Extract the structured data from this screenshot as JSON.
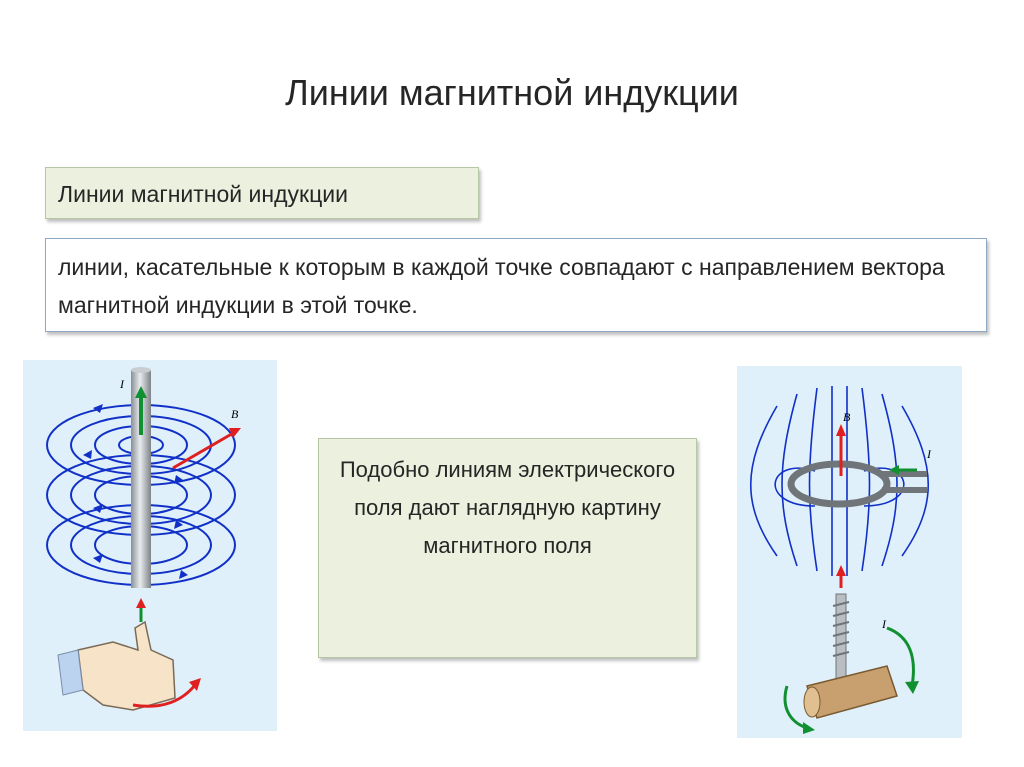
{
  "slide": {
    "title": "Линии магнитной индукции",
    "term": "Линии магнитной индукции",
    "definition": "линии, касательные к которым в каждой точке совпадают с направлением вектора магнитной индукции в этой точке.",
    "note": "Подобно линиям электрического поля дают наглядную картину магнитного поля"
  },
  "figures": {
    "left": {
      "current_label": "I",
      "field_label": "B"
    },
    "right": {
      "current_label": "I",
      "field_label": "B",
      "screw_current_label": "I"
    }
  },
  "colors": {
    "field_line": "#1030c8",
    "vector_red": "#e02020",
    "current_green": "#109030",
    "figure_bg": "#dff0fa",
    "box_green": "#ebf1de"
  }
}
